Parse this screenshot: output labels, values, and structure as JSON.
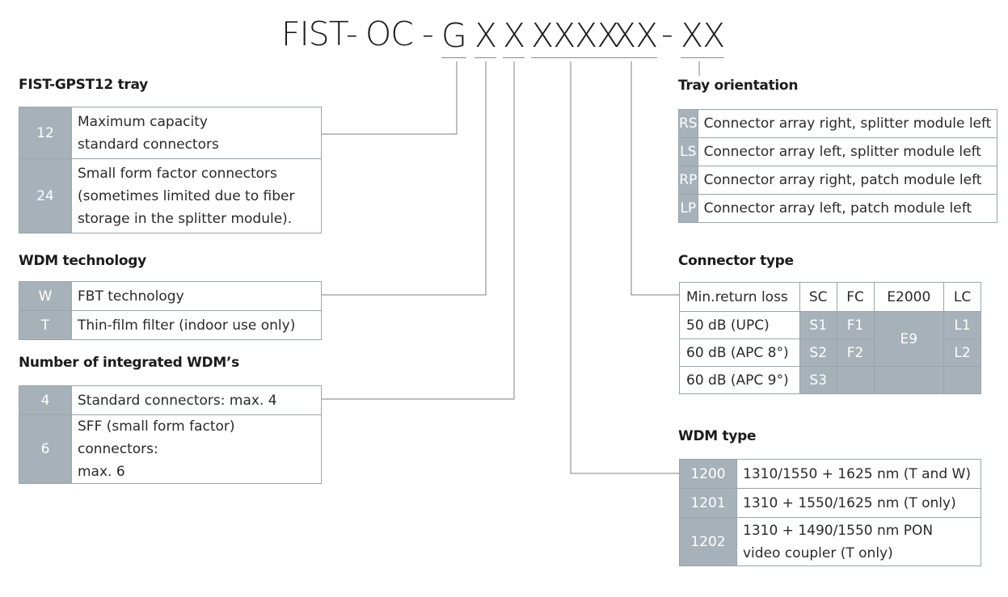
{
  "code": {
    "p1": "FIST",
    "d1": "-",
    "p2": "OC",
    "d2": "-",
    "p3": "G",
    "p4": "X",
    "p5": "X",
    "p6": "XXXX",
    "p7": "XX",
    "d3": "-",
    "p8": "XX"
  },
  "tray": {
    "title": "FIST-GPST12 tray",
    "rows": [
      {
        "code": "12",
        "line1": "Maximum capacity",
        "line2": "standard connectors",
        "line3": ""
      },
      {
        "code": "24",
        "line1": "Small form factor connectors",
        "line2": "(sometimes limited due to fiber",
        "line3": "storage in the splitter module)."
      }
    ]
  },
  "wdm_tech": {
    "title": "WDM technology",
    "rows": [
      {
        "code": "W",
        "text": "FBT technology"
      },
      {
        "code": "T",
        "text": "Thin-film filter (indoor use only)"
      }
    ]
  },
  "num_wdm": {
    "title": "Number of integrated WDM’s",
    "rows": [
      {
        "code": "4",
        "line1": "Standard connectors: max. 4",
        "line2": ""
      },
      {
        "code": "6",
        "line1": "SFF (small form factor) connectors:",
        "line2": "max. 6"
      }
    ]
  },
  "orientation": {
    "title": "Tray orientation",
    "rows": [
      {
        "code": "RS",
        "text": "Connector array right, splitter module left"
      },
      {
        "code": "LS",
        "text": "Connector array left, splitter module left"
      },
      {
        "code": "RP",
        "text": "Connector array right, patch module left"
      },
      {
        "code": "LP",
        "text": "Connector array left, patch module left"
      }
    ]
  },
  "connector": {
    "title": "Connector type",
    "headers": [
      "Min.return loss",
      "SC",
      "FC",
      "E2000",
      "LC"
    ],
    "rows": [
      {
        "label": "50 dB (UPC)",
        "sc": "S1",
        "fc": "F1",
        "e2000": "",
        "lc": "L1"
      },
      {
        "label": "60 dB (APC 8°)",
        "sc": "S2",
        "fc": "F2",
        "e2000": "E9",
        "lc": "L2"
      },
      {
        "label": "60 dB (APC 9°)",
        "sc": "S3",
        "fc": "",
        "e2000": "",
        "lc": ""
      }
    ]
  },
  "wdm_type": {
    "title": "WDM type",
    "rows": [
      {
        "code": "1200",
        "line1": "1310/1550 + 1625 nm (T and W)",
        "line2": ""
      },
      {
        "code": "1201",
        "line1": "1310 + 1550/1625 nm (T only)",
        "line2": ""
      },
      {
        "code": "1202",
        "line1": "1310 + 1490/1550 nm PON",
        "line2": "video coupler (T only)"
      }
    ]
  },
  "colors": {
    "code_cell": "#a6b1b9",
    "border": "#9aa4ab",
    "connector_line": "#7f7f7f"
  }
}
